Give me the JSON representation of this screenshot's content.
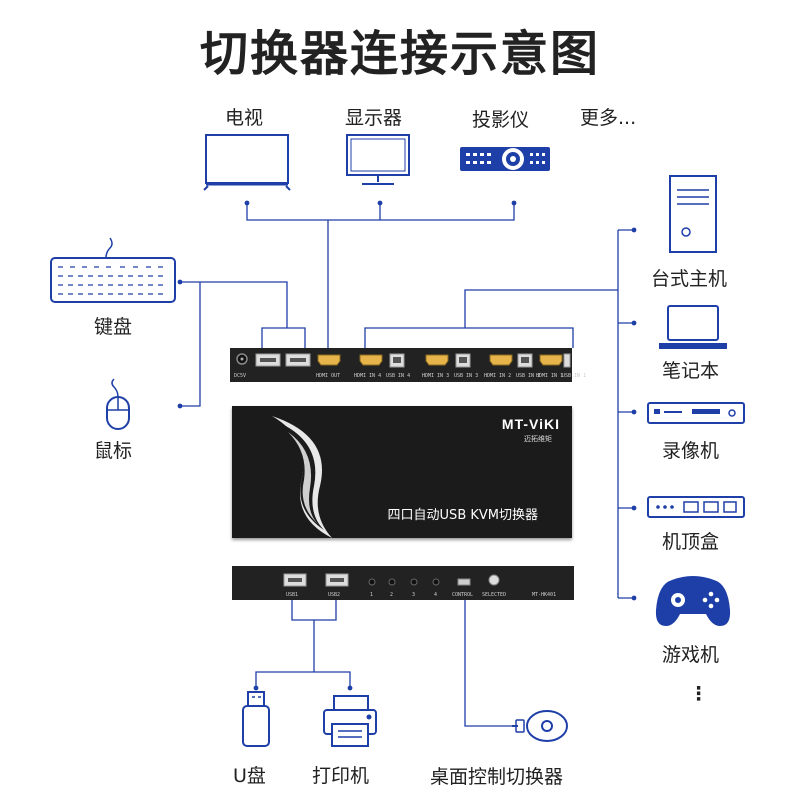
{
  "title": "切换器连接示意图",
  "displays": [
    {
      "label": "电视",
      "icon": "tv-icon"
    },
    {
      "label": "显示器",
      "icon": "monitor-icon"
    },
    {
      "label": "投影仪",
      "icon": "projector-icon"
    },
    {
      "label": "更多...",
      "icon": ""
    }
  ],
  "left_devices": [
    {
      "label": "键盘",
      "icon": "keyboard-icon"
    },
    {
      "label": "鼠标",
      "icon": "mouse-icon"
    }
  ],
  "hosts": [
    {
      "label": "台式主机",
      "icon": "desktop-tower-icon"
    },
    {
      "label": "笔记本",
      "icon": "laptop-icon"
    },
    {
      "label": "录像机",
      "icon": "recorder-icon"
    },
    {
      "label": "机顶盒",
      "icon": "set-top-box-icon"
    },
    {
      "label": "游戏机",
      "icon": "gamepad-icon"
    },
    {
      "label": "⋮",
      "icon": ""
    }
  ],
  "bottom_devices": [
    {
      "label": "U盘",
      "icon": "usb-drive-icon"
    },
    {
      "label": "打印机",
      "icon": "printer-icon"
    },
    {
      "label": "桌面控制切换器",
      "icon": "desktop-switch-icon"
    }
  ],
  "switch": {
    "brand": "MT-ViKI",
    "brand_sub": "迈拓维矩",
    "product_name": "四口自动USB KVM切换器",
    "back_labels": [
      "DC5V",
      "HDMI OUT",
      "HDMI IN 4",
      "USB IN 4",
      "HDMI IN 3",
      "USB IN 3",
      "HDMI IN 2",
      "USB IN 2",
      "HDMI IN 1",
      "USB IN 1"
    ],
    "front_labels": [
      "USB1",
      "USB2",
      "1",
      "2",
      "3",
      "4",
      "CONTROL",
      "SELECTED",
      "MT-HK401"
    ]
  },
  "colors": {
    "wire": "#1f3fa8",
    "icon": "#1f3fa8",
    "device": "#1e1e1e"
  }
}
